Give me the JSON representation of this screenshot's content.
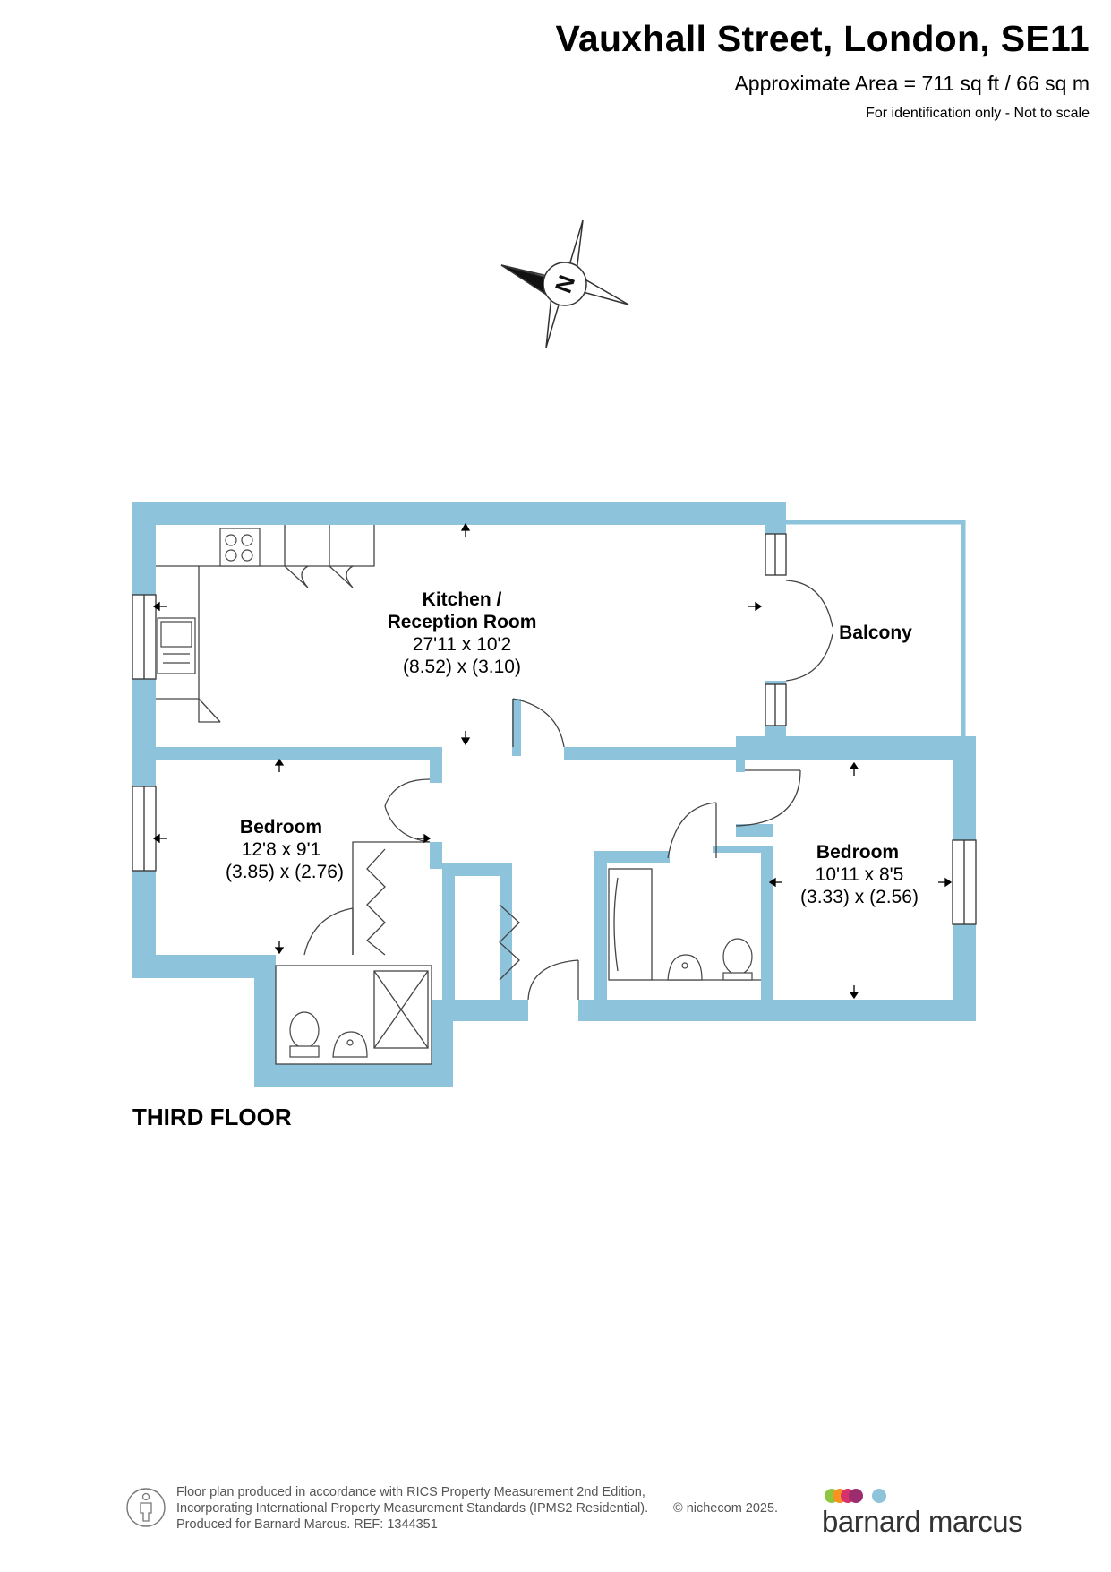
{
  "header": {
    "title": "Vauxhall Street, London, SE11",
    "area": "Approximate Area = 711 sq ft / 66 sq m",
    "note": "For identification only - Not to scale"
  },
  "compass": {
    "label": "N"
  },
  "rooms": {
    "kitchen": {
      "name_line1": "Kitchen /",
      "name_line2": "Reception Room",
      "dim_imperial": "27'11 x 10'2",
      "dim_metric": "(8.52) x (3.10)"
    },
    "balcony": {
      "name": "Balcony"
    },
    "bedroom1": {
      "name": "Bedroom",
      "dim_imperial": "12'8 x 9'1",
      "dim_metric": "(3.85) x (2.76)"
    },
    "bedroom2": {
      "name": "Bedroom",
      "dim_imperial": "10'11 x 8'5",
      "dim_metric": "(3.33) x (2.56)"
    }
  },
  "floor_label": "THIRD FLOOR",
  "footer": {
    "line1": "Floor plan produced in accordance with RICS Property Measurement 2nd Edition,",
    "line2": "Incorporating International Property Measurement Standards (IPMS2 Residential).",
    "line3": "Produced for Barnard Marcus.   REF:  1344351",
    "copyright": "© nichecom 2025.",
    "brand": "barnard marcus"
  },
  "colors": {
    "wall": "#8ec3dc",
    "line": "#444444",
    "logo_dots": [
      "#8dc63f",
      "#f7931e",
      "#d6336c",
      "#9b2d6f",
      "#8ec3dc"
    ]
  },
  "icons": [
    "compass-icon",
    "window-icon",
    "door-icon",
    "hob-icon",
    "sink-icon",
    "bath-icon",
    "shower-icon",
    "toilet-icon",
    "basin-icon",
    "person-icon"
  ]
}
